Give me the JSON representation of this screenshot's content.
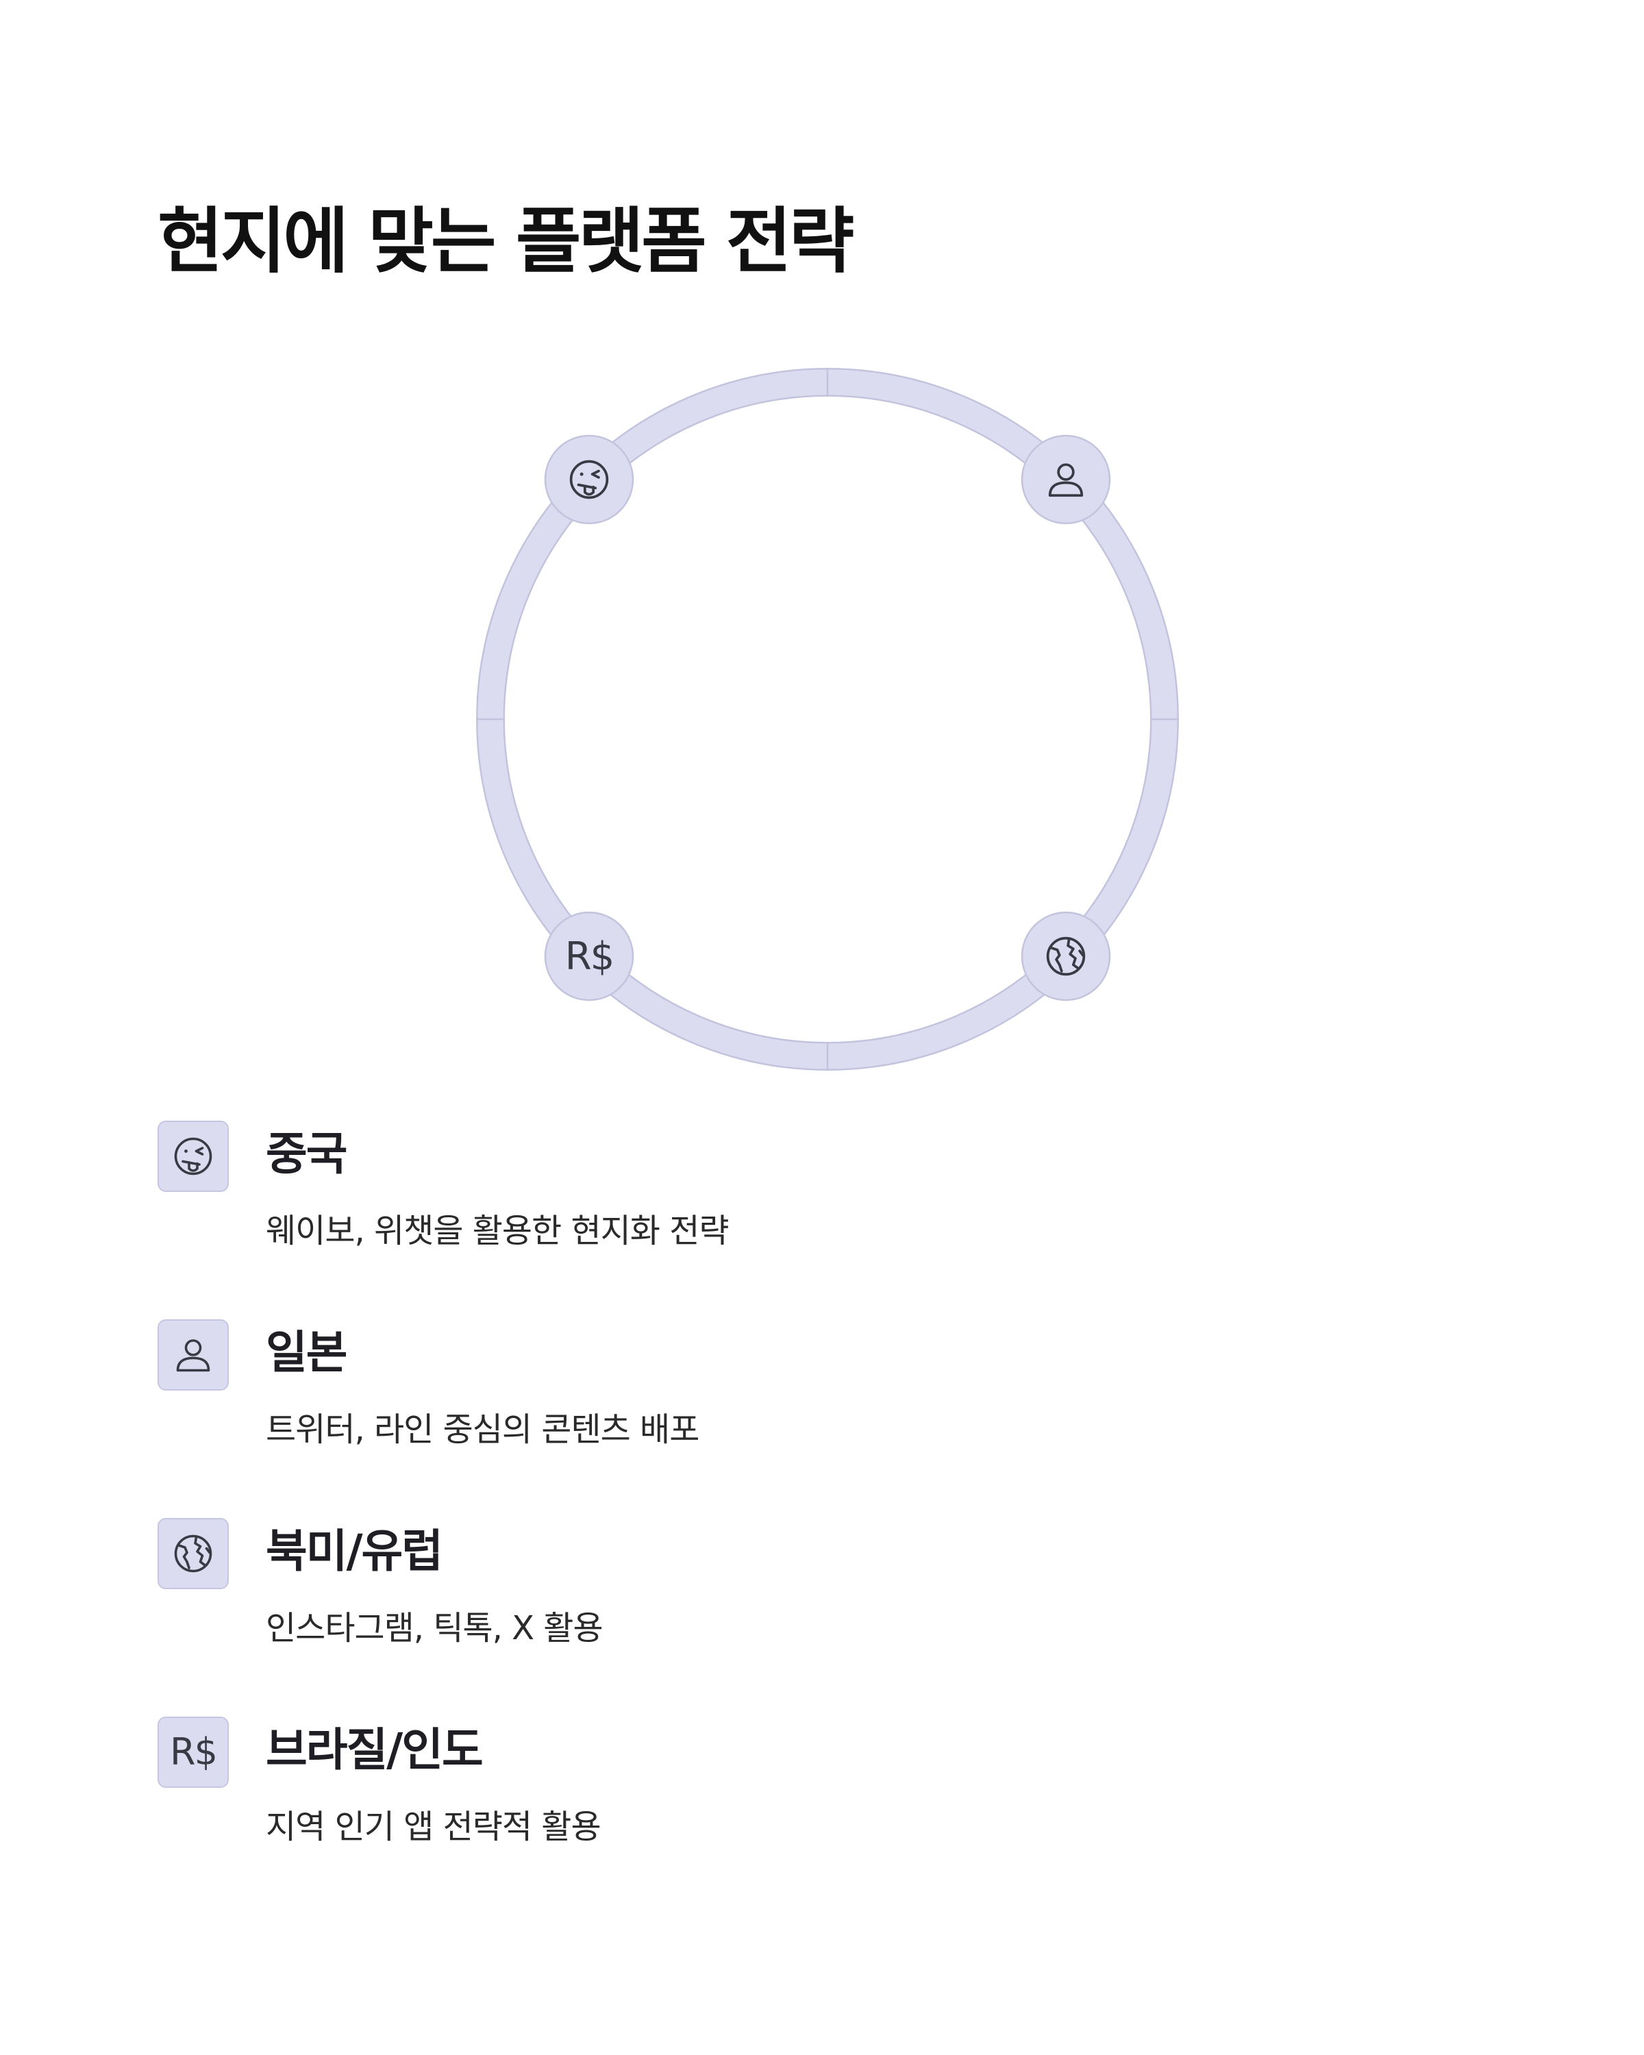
{
  "title": "현지에 맞는 플랫폼 전략",
  "colors": {
    "ring": "#dcdcf1",
    "ring_border": "#c3c3de",
    "node_fill": "#dcdcf1",
    "icon_stroke": "#3a3a44"
  },
  "nodes": [
    {
      "icon": "tongue-face-icon",
      "label": "중국"
    },
    {
      "icon": "user-icon",
      "label": "일본"
    },
    {
      "icon": "globe-icon",
      "label": "북미/유럽"
    },
    {
      "icon": "currency-brl-icon",
      "label": "브라질/인도"
    }
  ],
  "items": [
    {
      "icon": "tongue-face-icon",
      "title": "중국",
      "desc": "웨이보, 위챗을 활용한 현지화 전략"
    },
    {
      "icon": "user-icon",
      "title": "일본",
      "desc": "트위터, 라인 중심의 콘텐츠 배포"
    },
    {
      "icon": "globe-icon",
      "title": "북미/유럽",
      "desc": "인스타그램, 틱톡, X 활용"
    },
    {
      "icon": "currency-brl-icon",
      "title": "브라질/인도",
      "desc": "지역 인기 앱 전략적 활용",
      "icon_text": "R$"
    }
  ]
}
